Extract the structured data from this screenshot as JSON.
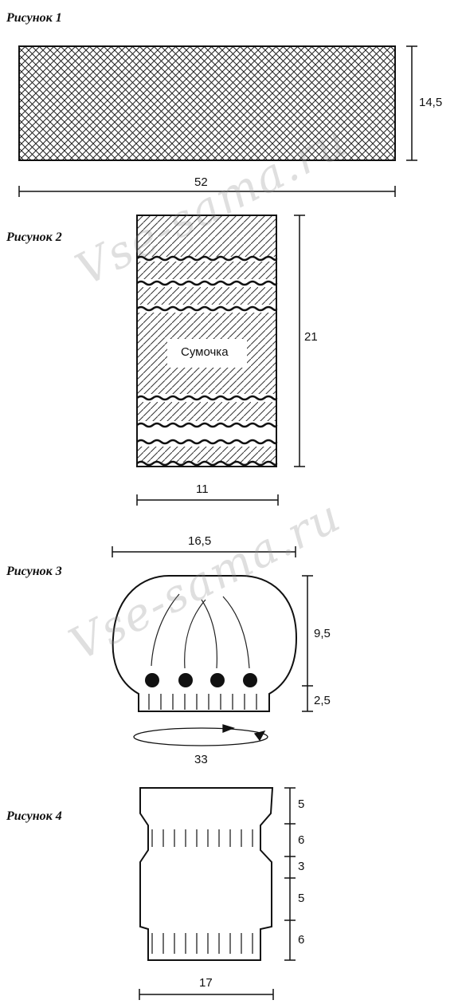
{
  "figures": [
    {
      "label": "Рисунок 1",
      "dims": {
        "height": "14,5",
        "width": "52"
      }
    },
    {
      "label": "Рисунок 2",
      "dims": {
        "height": "21",
        "width": "11"
      },
      "inner_label": "Сумочка"
    },
    {
      "label": "Рисунок 3",
      "dims": {
        "top_width": "16,5",
        "body_height": "9,5",
        "cuff_height": "2,5",
        "circumference": "33"
      }
    },
    {
      "label": "Рисунок 4",
      "dims": {
        "seg1": "5",
        "seg2": "6",
        "seg3": "3",
        "seg4": "5",
        "seg5": "6",
        "width": "17"
      }
    }
  ],
  "watermark": {
    "text": "Vse-sama.ru"
  }
}
